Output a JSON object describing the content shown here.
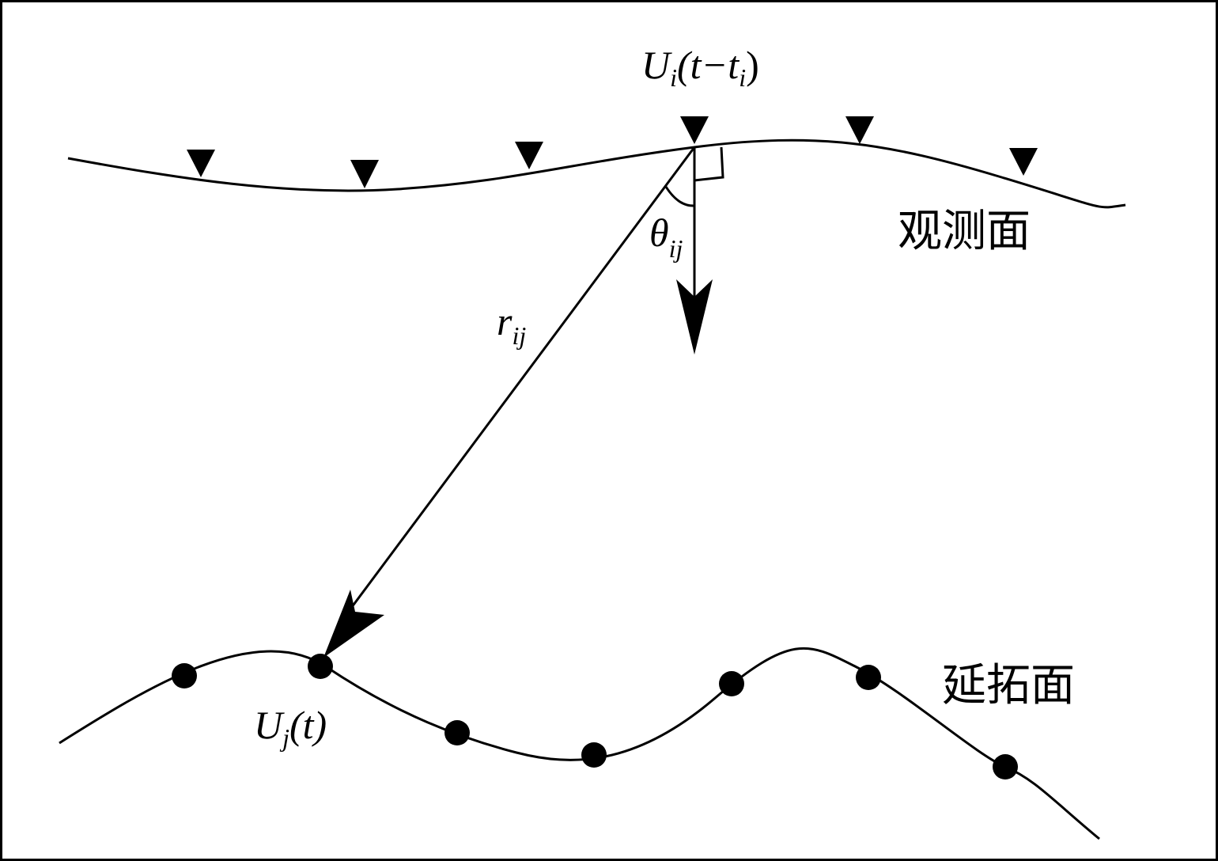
{
  "labels": {
    "observation_surface": "观测面",
    "continuation_surface": "延拓面",
    "source_field": {
      "main": "U",
      "sub": "i",
      "arg_open": "(t−t",
      "arg_sub": "i",
      "arg_close": ")"
    },
    "target_field": {
      "main": "U",
      "sub": "j",
      "arg": "(t)"
    },
    "distance": {
      "main": "r",
      "sub": "ij"
    },
    "angle": {
      "main": "θ",
      "sub": "ij"
    }
  },
  "colors": {
    "ink": "#000000",
    "background": "#ffffff"
  },
  "markers": {
    "observation_receiver_icon": "inverted-triangle",
    "continuation_point_icon": "filled-circle"
  }
}
